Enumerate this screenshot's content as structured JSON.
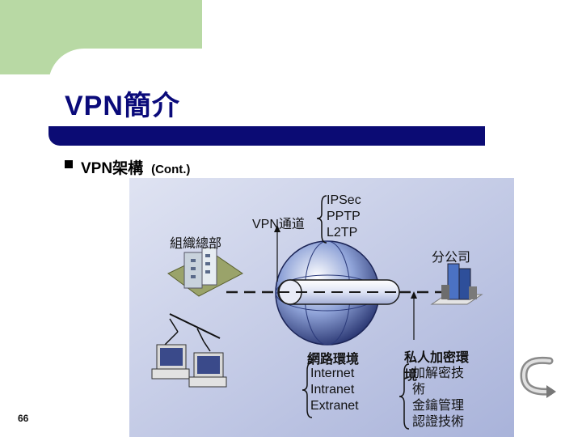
{
  "slide": {
    "title": "VPN簡介",
    "bullet_main": "VPN架構",
    "bullet_cont": "(Cont.)",
    "page_number": "66"
  },
  "diagram": {
    "hq_label": "組織總部",
    "branch_label": "分公司",
    "tunnel_label": "VPN通道",
    "tunnel_protocols": [
      "IPSec",
      "PPTP",
      "L2TP"
    ],
    "network_title": "網路環境",
    "network_types": [
      "Internet",
      "Intranet",
      "Extranet"
    ],
    "private_title": "私人加密環",
    "private_title_2": "境",
    "private_items": [
      "加解密技",
      "術",
      "金鑰管理",
      "認證技術"
    ]
  },
  "colors": {
    "title_color": "#0a0a7a",
    "title_bar": "#0b0b74",
    "green_block": "#b8d9a4",
    "diagram_bg": "#c6cde8"
  },
  "icons": [
    "hq-building-icon",
    "branch-building-icon",
    "computer-icon",
    "globe-icon",
    "return-arrow-icon"
  ]
}
